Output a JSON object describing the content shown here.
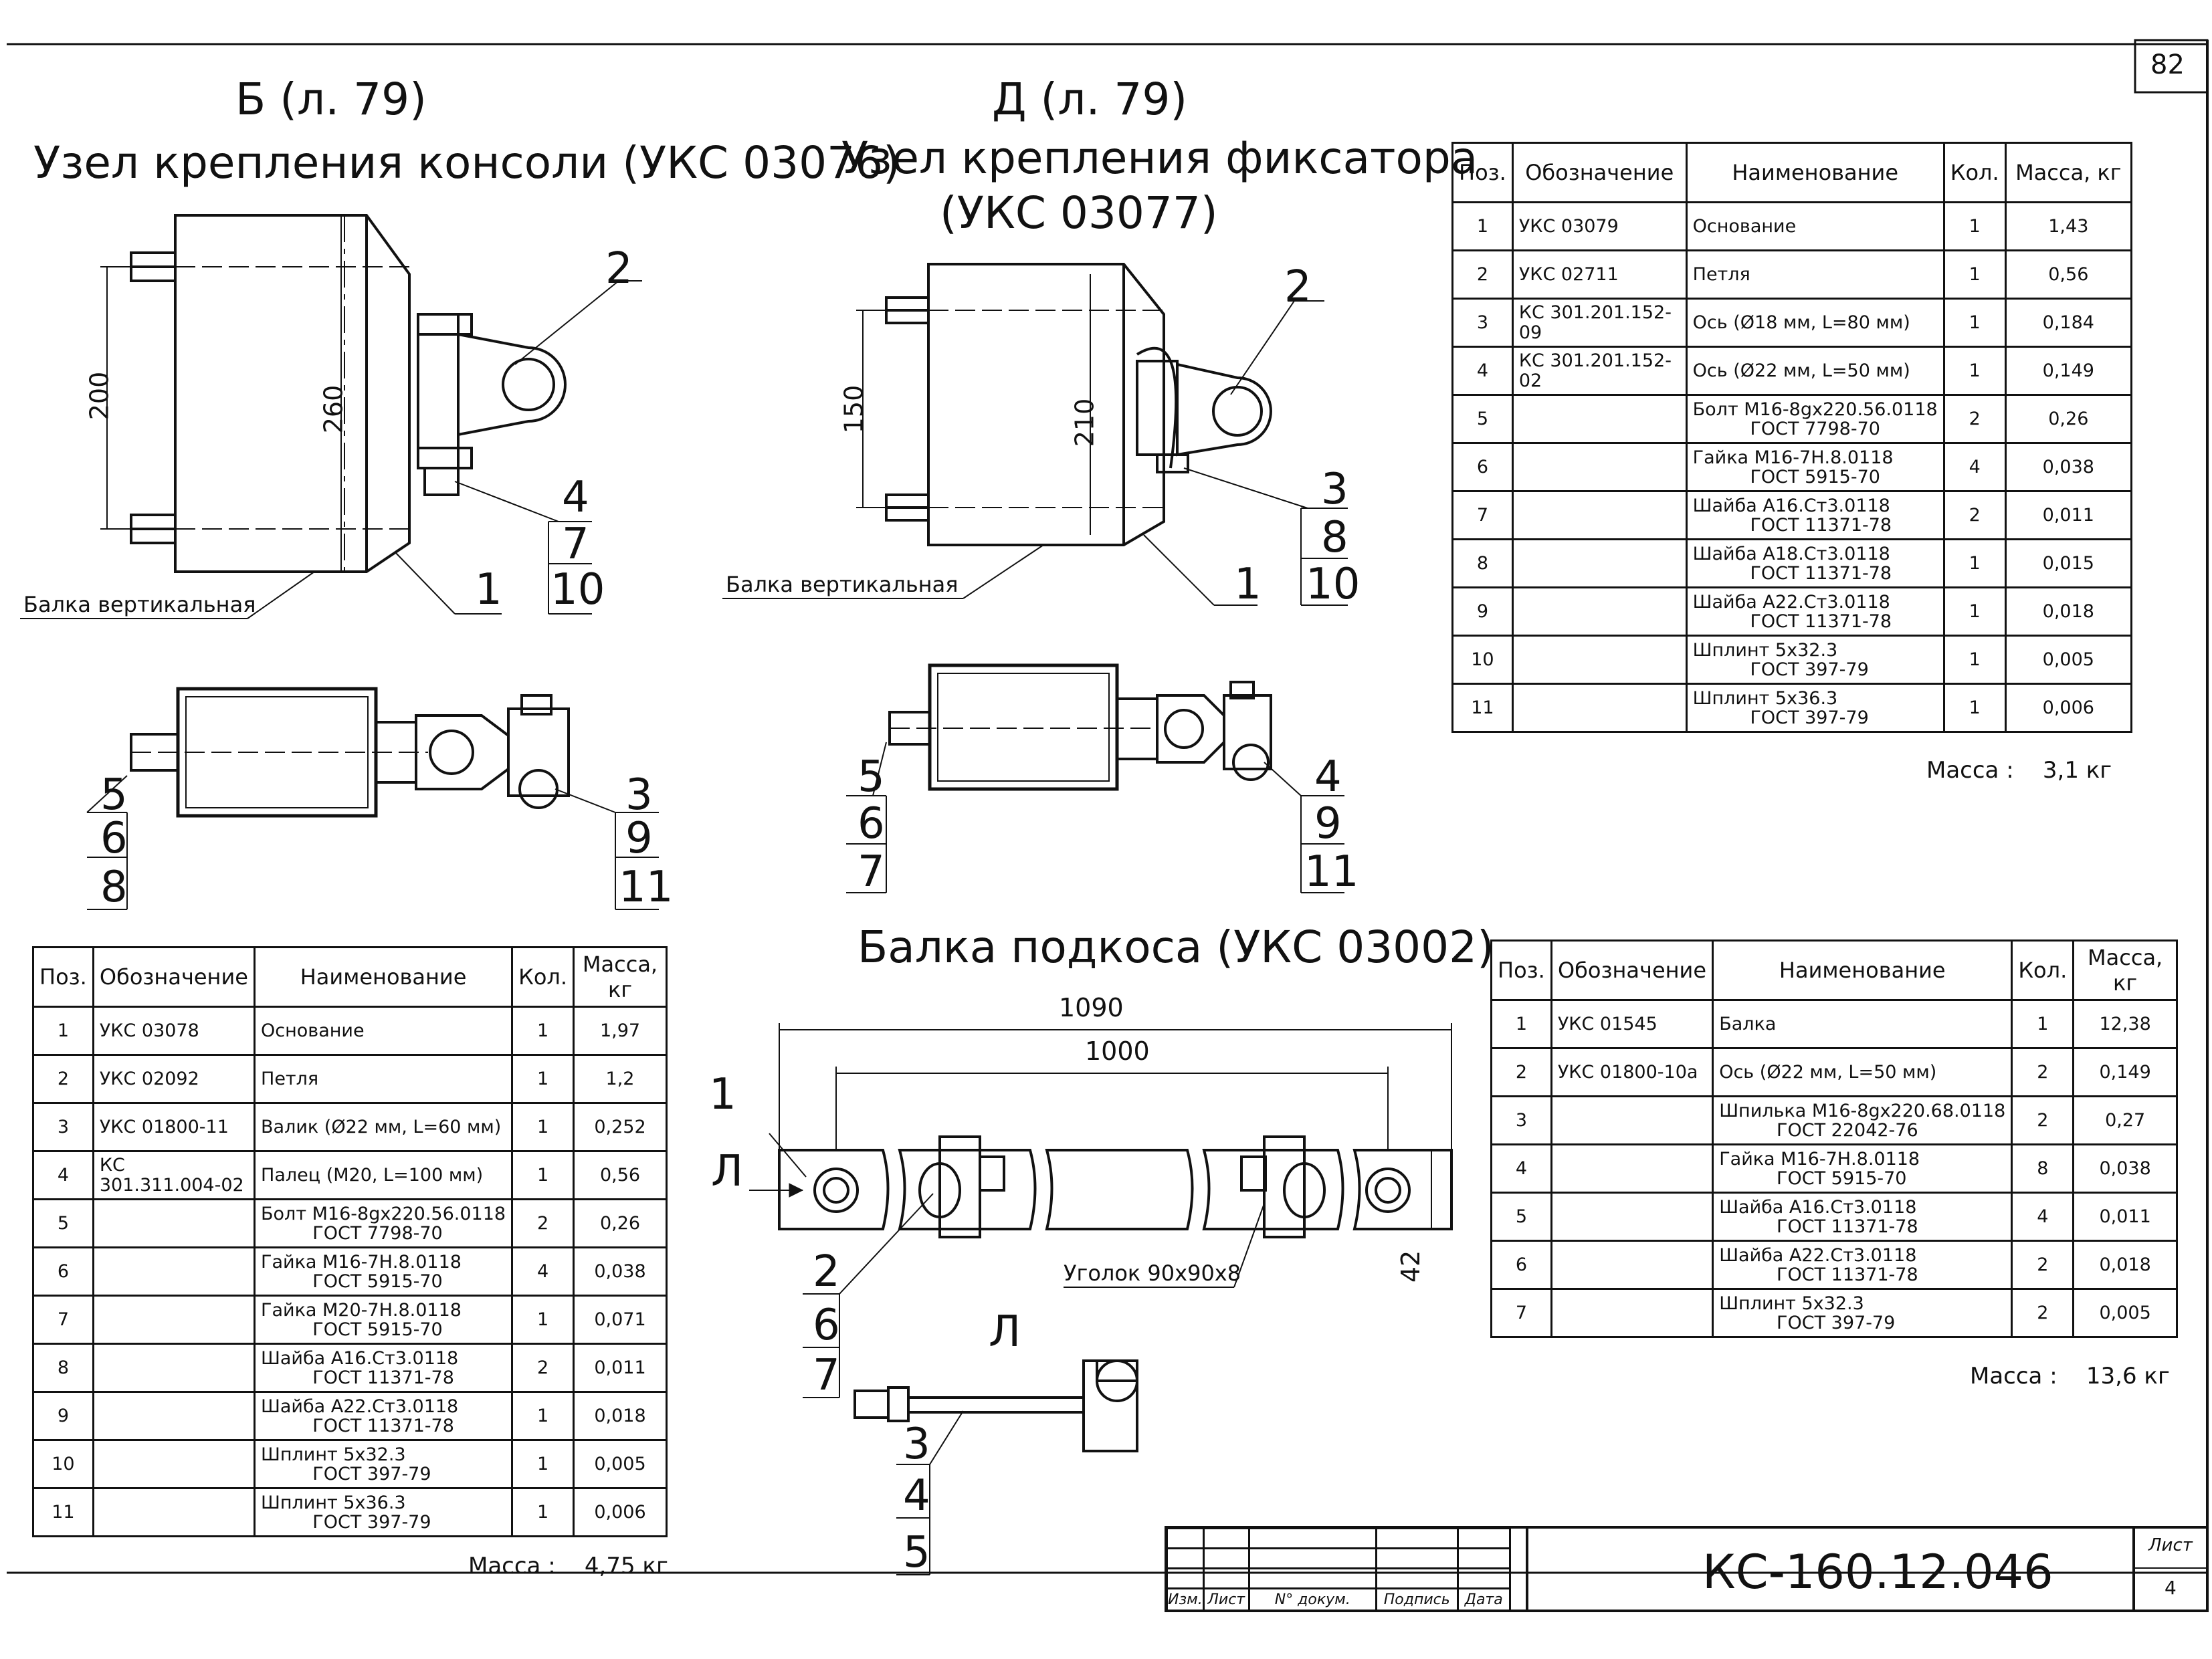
{
  "sheet_number": "82",
  "views": {
    "b": {
      "ref": "Б (л. 79)",
      "title": "Узел крепления консоли (УКС 03076)",
      "beam_label": "Балка вертикальная",
      "dim_a": "200",
      "dim_b": "260"
    },
    "d": {
      "ref": "Д (л. 79)",
      "title_line1": "Узел крепления фиксатора",
      "title_line2": "(УКС 03077)",
      "beam_label": "Балка вертикальная",
      "dim_a": "150",
      "dim_b": "210"
    },
    "brace": {
      "title": "Балка подкоса  (УКС 03002)",
      "dim_total": "1090",
      "dim_inner": "1000",
      "dim_h": "42",
      "angle_label": "Уголок 90х90х8",
      "view_mark": "Л"
    }
  },
  "callouts": {
    "b_top": [
      "2",
      "4",
      "7",
      "10",
      "1"
    ],
    "b_plan": [
      "5",
      "6",
      "8",
      "3",
      "9",
      "11"
    ],
    "d_top": [
      "2",
      "3",
      "8",
      "10",
      "1"
    ],
    "d_plan": [
      "5",
      "6",
      "7",
      "4",
      "9",
      "11"
    ],
    "brace": [
      "1",
      "2",
      "6",
      "7"
    ],
    "l_view": [
      "3",
      "4",
      "5"
    ]
  },
  "table_headers": [
    "Поз.",
    "Обозначение",
    "Наименование",
    "Кол.",
    "Масса, кг"
  ],
  "table_top_right": {
    "rows": [
      {
        "pos": "1",
        "code": "УКС 03079",
        "name": "Основание",
        "qty": "1",
        "mass": "1,43"
      },
      {
        "pos": "2",
        "code": "УКС 02711",
        "name": "Петля",
        "qty": "1",
        "mass": "0,56"
      },
      {
        "pos": "3",
        "code": "КС 301.201.152-09",
        "name": "Ось (Ø18 мм, L=80 мм)",
        "qty": "1",
        "mass": "0,184"
      },
      {
        "pos": "4",
        "code": "КС 301.201.152-02",
        "name": "Ось (Ø22 мм, L=50 мм)",
        "qty": "1",
        "mass": "0,149"
      },
      {
        "pos": "5",
        "code": "",
        "name": "Болт М16-8gx220.56.0118\n          ГОСТ 7798-70",
        "qty": "2",
        "mass": "0,26"
      },
      {
        "pos": "6",
        "code": "",
        "name": "Гайка М16-7Н.8.0118\n          ГОСТ 5915-70",
        "qty": "4",
        "mass": "0,038"
      },
      {
        "pos": "7",
        "code": "",
        "name": "Шайба А16.Ст3.0118\n          ГОСТ 11371-78",
        "qty": "2",
        "mass": "0,011"
      },
      {
        "pos": "8",
        "code": "",
        "name": "Шайба А18.Ст3.0118\n          ГОСТ 11371-78",
        "qty": "1",
        "mass": "0,015"
      },
      {
        "pos": "9",
        "code": "",
        "name": "Шайба А22.Ст3.0118\n          ГОСТ 11371-78",
        "qty": "1",
        "mass": "0,018"
      },
      {
        "pos": "10",
        "code": "",
        "name": "Шплинт 5х32.3\n          ГОСТ 397-79",
        "qty": "1",
        "mass": "0,005"
      },
      {
        "pos": "11",
        "code": "",
        "name": "Шплинт 5х36.3\n          ГОСТ 397-79",
        "qty": "1",
        "mass": "0,006"
      }
    ],
    "mass_label": "Масса :",
    "mass_total": "3,1 кг"
  },
  "table_bottom_left": {
    "rows": [
      {
        "pos": "1",
        "code": "УКС 03078",
        "name": "Основание",
        "qty": "1",
        "mass": "1,97"
      },
      {
        "pos": "2",
        "code": "УКС 02092",
        "name": "Петля",
        "qty": "1",
        "mass": "1,2"
      },
      {
        "pos": "3",
        "code": "УКС 01800-11",
        "name": "Валик (Ø22 мм, L=60 мм)",
        "qty": "1",
        "mass": "0,252"
      },
      {
        "pos": "4",
        "code": "КС 301.311.004-02",
        "name": "Палец (М20, L=100 мм)",
        "qty": "1",
        "mass": "0,56"
      },
      {
        "pos": "5",
        "code": "",
        "name": "Болт М16-8gx220.56.0118\n         ГОСТ 7798-70",
        "qty": "2",
        "mass": "0,26"
      },
      {
        "pos": "6",
        "code": "",
        "name": "Гайка М16-7Н.8.0118\n         ГОСТ 5915-70",
        "qty": "4",
        "mass": "0,038"
      },
      {
        "pos": "7",
        "code": "",
        "name": "Гайка М20-7Н.8.0118\n         ГОСТ 5915-70",
        "qty": "1",
        "mass": "0,071"
      },
      {
        "pos": "8",
        "code": "",
        "name": "Шайба А16.Ст3.0118\n         ГОСТ 11371-78",
        "qty": "2",
        "mass": "0,011"
      },
      {
        "pos": "9",
        "code": "",
        "name": "Шайба А22.Ст3.0118\n         ГОСТ 11371-78",
        "qty": "1",
        "mass": "0,018"
      },
      {
        "pos": "10",
        "code": "",
        "name": "Шплинт 5х32.3\n         ГОСТ 397-79",
        "qty": "1",
        "mass": "0,005"
      },
      {
        "pos": "11",
        "code": "",
        "name": "Шплинт 5х36.3\n         ГОСТ 397-79",
        "qty": "1",
        "mass": "0,006"
      }
    ],
    "mass_label": "Масса :",
    "mass_total": "4,75 кг"
  },
  "table_bottom_right": {
    "rows": [
      {
        "pos": "1",
        "code": "УКС 01545",
        "name": "Балка",
        "qty": "1",
        "mass": "12,38"
      },
      {
        "pos": "2",
        "code": "УКС 01800-10а",
        "name": "Ось (Ø22 мм, L=50 мм)",
        "qty": "2",
        "mass": "0,149"
      },
      {
        "pos": "3",
        "code": "",
        "name": "Шпилька М16-8gx220.68.0118\n          ГОСТ 22042-76",
        "qty": "2",
        "mass": "0,27"
      },
      {
        "pos": "4",
        "code": "",
        "name": "Гайка М16-7Н.8.0118\n          ГОСТ 5915-70",
        "qty": "8",
        "mass": "0,038"
      },
      {
        "pos": "5",
        "code": "",
        "name": "Шайба А16.Ст3.0118\n          ГОСТ 11371-78",
        "qty": "4",
        "mass": "0,011"
      },
      {
        "pos": "6",
        "code": "",
        "name": "Шайба А22.Ст3.0118\n          ГОСТ 11371-78",
        "qty": "2",
        "mass": "0,018"
      },
      {
        "pos": "7",
        "code": "",
        "name": "Шплинт 5х32.3\n          ГОСТ 397-79",
        "qty": "2",
        "mass": "0,005"
      }
    ],
    "mass_label": "Масса :",
    "mass_total": "13,6 кг"
  },
  "title_block": {
    "cols": [
      "Изм.",
      "Лист",
      "N° докум.",
      "Подпись",
      "Дата"
    ],
    "doc_code": "КС-160.12.046",
    "sheet_label": "Лист",
    "sheet_value": "4"
  }
}
